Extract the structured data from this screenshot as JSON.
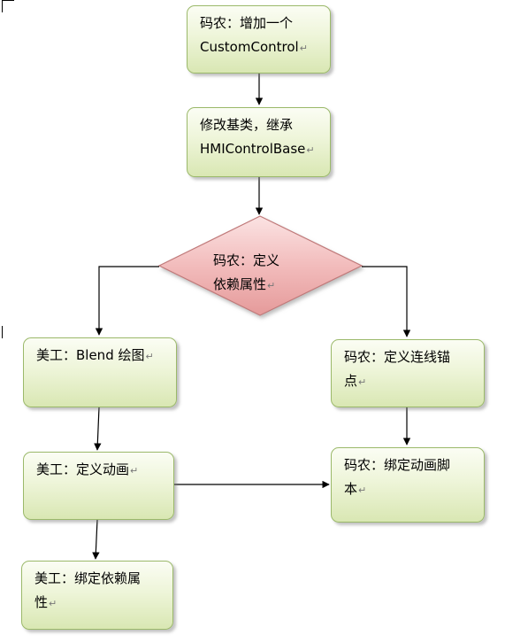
{
  "nodes": {
    "coder_add_control": {
      "line1": "码农：增加一个",
      "line2": "CustomControl"
    },
    "modify_base_class": {
      "line1": "修改基类，继承",
      "line2": "HMIControlBase"
    },
    "coder_define_dependency": {
      "line1": "码农：定义",
      "line2": "依赖属性"
    },
    "designer_blend_draw": {
      "line1": "美工：Blend 绘图"
    },
    "coder_define_anchor": {
      "line1": "码农：定义连线锚",
      "line2": "点"
    },
    "designer_define_animation": {
      "line1": "美工：定义动画"
    },
    "coder_bind_animation_script": {
      "line1": "码农：绑定动画脚",
      "line2": "本"
    },
    "designer_bind_dependency": {
      "line1": "美工：绑定依赖属",
      "line2": "性"
    }
  },
  "paragraph_mark": "↵",
  "colors": {
    "box_fill_top": "#fbfdf4",
    "box_fill_bottom": "#d9e7b3",
    "box_border": "#9bb96a",
    "diamond_fill_top": "#fbe3e3",
    "diamond_fill_bottom": "#e59a9a",
    "diamond_border": "#c07a7a",
    "arrow": "#000000"
  }
}
